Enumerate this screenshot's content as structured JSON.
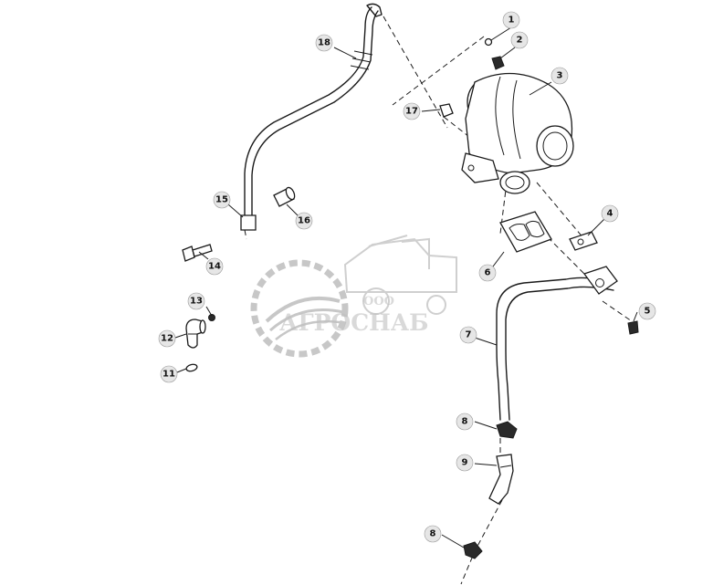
{
  "watermark": {
    "prefix": "ООО",
    "name": "АГРОСНАБ"
  },
  "callouts": [
    "1",
    "2",
    "3",
    "4",
    "5",
    "6",
    "7",
    "8",
    "8",
    "9",
    "11",
    "12",
    "13",
    "14",
    "15",
    "16",
    "17",
    "18"
  ],
  "colors": {
    "line": "#1a1a1a",
    "callout_fill": "#e6e6e6",
    "watermark": "#8c8c8c"
  }
}
